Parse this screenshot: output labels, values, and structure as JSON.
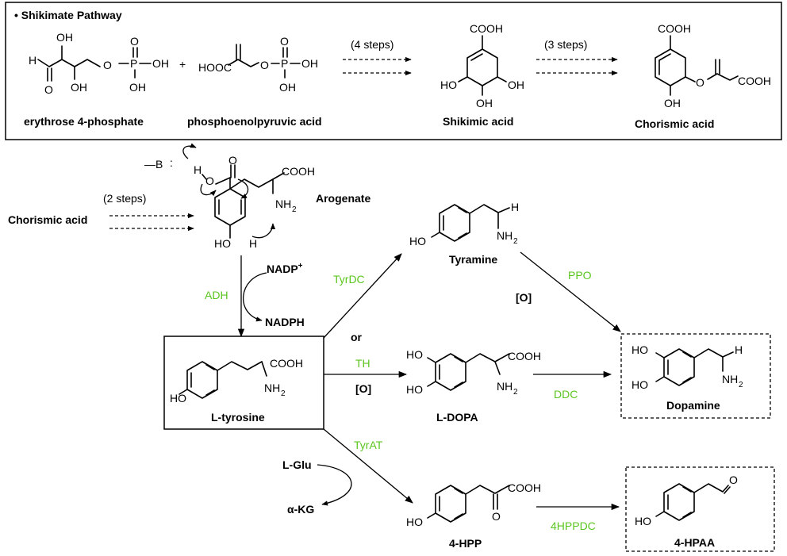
{
  "shikimate": {
    "header": "• Shikimate Pathway",
    "erythrose_name": "erythrose 4-phosphate",
    "pep_name": "phosphoenolpyruvic acid",
    "shikimic_name": "Shikimic acid",
    "chorismic_name": "Chorismic acid",
    "step1": "(4 steps)",
    "step2": "(3 steps)",
    "plus": "+",
    "lbl_H": "H",
    "lbl_O": "O",
    "lbl_OH": "OH",
    "lbl_HO": "HO",
    "lbl_P": "P",
    "lbl_HOOC": "HOOC",
    "lbl_COOH": "COOH"
  },
  "lower": {
    "chorismic_label": "Chorismic acid",
    "two_steps": "(2 steps)",
    "arogenate": "Arogenate",
    "base": "—B",
    "nadp": "NADP",
    "nadp_sup": "+",
    "nadph": "NADPH",
    "adh": "ADH",
    "tyrosine": "L-tyrosine",
    "tyramine": "Tyramine",
    "ldopa": "L-DOPA",
    "dopamine": "Dopamine",
    "hpp": "4-HPP",
    "hpaa": "4-HPAA",
    "tyrdc": "TyrDC",
    "ppo": "PPO",
    "oxid": "[O]",
    "or": "or",
    "th": "TH",
    "oxid2": "[O]",
    "ddc": "DDC",
    "tyrat": "TyrAT",
    "lglu": "L-Glu",
    "akg": "α-KG",
    "hppdc": "4HPPDC",
    "lbl_H": "H",
    "lbl_O": "O",
    "lbl_HO": "HO",
    "lbl_NH2": "NH",
    "lbl_sub2": "2",
    "lbl_COOH": "COOH"
  },
  "colors": {
    "enzyme": "#5cc620",
    "ink": "#000000"
  }
}
